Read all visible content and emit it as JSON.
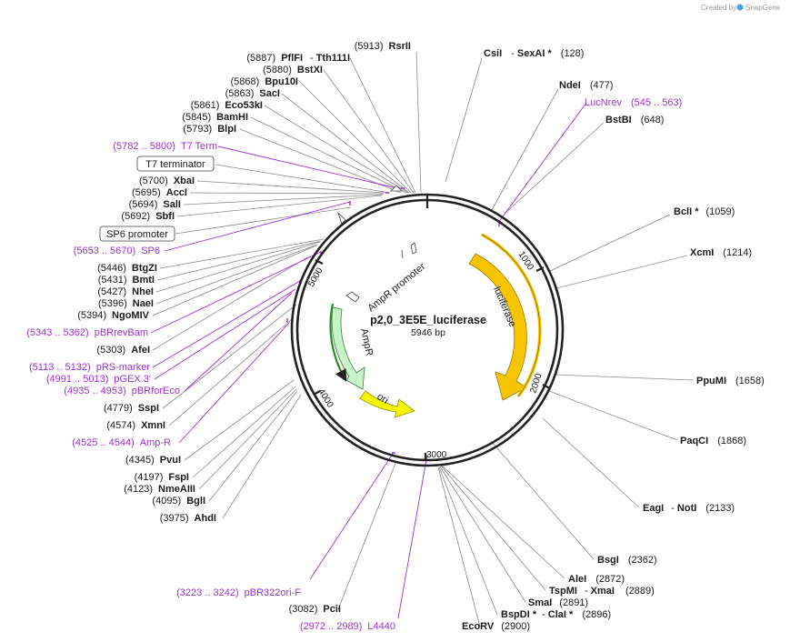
{
  "branding": {
    "created_by": "Created by",
    "app": "SnapGene"
  },
  "plasmid": {
    "name": "p2,0_3E5E_luciferase",
    "length": "5946 bp"
  },
  "ticks": [
    "1000",
    "2000",
    "3000",
    "4000",
    "5000"
  ],
  "features": {
    "luciferase": "luciferase",
    "ampr": "AmpR",
    "ampr_promoter": "AmpR promoter",
    "ori": "ori",
    "t7_terminator": "T7 terminator",
    "sp6_promoter": "SP6 promoter"
  },
  "sites": [
    {
      "pos": "(5913)",
      "name": "RsrII"
    },
    {
      "pos": "(5887)",
      "name": "PflFI",
      "sep": "-",
      "name2": "Tth111I"
    },
    {
      "pos": "(5880)",
      "name": "BstXI"
    },
    {
      "pos": "(5868)",
      "name": "Bpu10I"
    },
    {
      "pos": "(5863)",
      "name": "SacI"
    },
    {
      "pos": "(5861)",
      "name": "Eco53kI"
    },
    {
      "pos": "(5845)",
      "name": "BamHI"
    },
    {
      "pos": "(5793)",
      "name": "BlpI"
    },
    {
      "pos": "(5700)",
      "name": "XbaI"
    },
    {
      "pos": "(5695)",
      "name": "AccI"
    },
    {
      "pos": "(5694)",
      "name": "SalI"
    },
    {
      "pos": "(5692)",
      "name": "SbfI"
    },
    {
      "pos": "(5446)",
      "name": "BtgZI"
    },
    {
      "pos": "(5431)",
      "name": "BmtI"
    },
    {
      "pos": "(5427)",
      "name": "NheI"
    },
    {
      "pos": "(5396)",
      "name": "NaeI"
    },
    {
      "pos": "(5394)",
      "name": "NgoMIV"
    },
    {
      "pos": "(5303)",
      "name": "AfeI"
    },
    {
      "pos": "(4779)",
      "name": "SspI"
    },
    {
      "pos": "(4574)",
      "name": "XmnI"
    },
    {
      "pos": "(4345)",
      "name": "PvuI"
    },
    {
      "pos": "(4197)",
      "name": "FspI"
    },
    {
      "pos": "(4123)",
      "name": "NmeAIII"
    },
    {
      "pos": "(4095)",
      "name": "BglI"
    },
    {
      "pos": "(3975)",
      "name": "AhdI"
    },
    {
      "pos": "(3082)",
      "name": "PciI"
    },
    {
      "name": "CsiI",
      "sep": "-",
      "name2": "SexAI *",
      "pos": "(128)"
    },
    {
      "name": "NdeI",
      "pos": "(477)"
    },
    {
      "name": "BstBI",
      "pos": "(648)"
    },
    {
      "name": "BclI *",
      "pos": "(1059)"
    },
    {
      "name": "XcmI",
      "pos": "(1214)"
    },
    {
      "name": "PpuMI",
      "pos": "(1658)"
    },
    {
      "name": "PaqCI",
      "pos": "(1868)"
    },
    {
      "name": "EagI",
      "sep": "-",
      "name2": "NotI",
      "pos": "(2133)"
    },
    {
      "name": "BsgI",
      "pos": "(2362)"
    },
    {
      "name": "AleI",
      "pos": "(2872)"
    },
    {
      "name": "TspMI",
      "sep": "-",
      "name2": "XmaI",
      "pos": "(2889)"
    },
    {
      "name": "SmaI",
      "pos": "(2891)"
    },
    {
      "name": "BspDI *",
      "sep": "-",
      "name2": "ClaI *",
      "pos": "(2896)"
    },
    {
      "name": "EcoRV",
      "pos": "(2900)"
    }
  ],
  "primers": [
    {
      "range": "(5782 .. 5800)",
      "name": "T7 Term"
    },
    {
      "range": "(5653 .. 5670)",
      "name": "SP6"
    },
    {
      "range": "(5343 .. 5362)",
      "name": "pBRrevBam"
    },
    {
      "range": "(5113 .. 5132)",
      "name": "pRS-marker"
    },
    {
      "range": "(4991 .. 5013)",
      "name": "pGEX 3'"
    },
    {
      "range": "(4935 .. 4953)",
      "name": "pBRforEco"
    },
    {
      "range": "(4525 .. 4544)",
      "name": "Amp-R"
    },
    {
      "range": "(3223 .. 3242)",
      "name": "pBR322ori-F"
    },
    {
      "range": "(2972 .. 2989)",
      "name": "L4440"
    },
    {
      "name": "LucNrev",
      "range": "(545 .. 563)"
    }
  ],
  "colors": {
    "backbone": "#222222",
    "primer": "#9b30d9",
    "luciferase": "#f7c400",
    "ori": "#f5f500",
    "ampr": "#c8f5c8",
    "leader": "#8a8a8a"
  }
}
